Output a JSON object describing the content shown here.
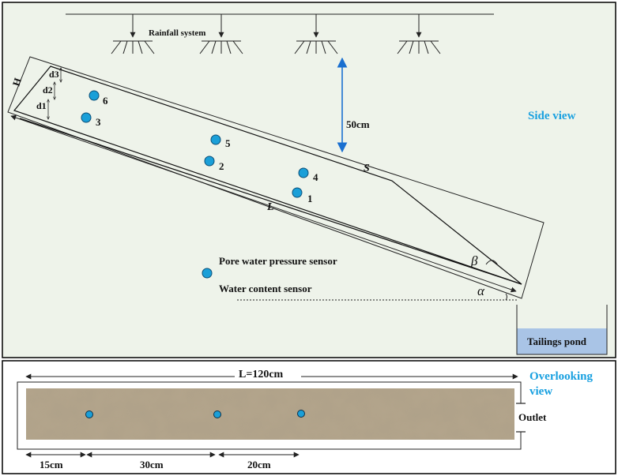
{
  "side_view": {
    "title": "Side view",
    "rainfall_label": "Rainfall system",
    "height_label": "50cm",
    "labels": {
      "H": "H",
      "d3": "d3",
      "d2": "d2",
      "d1": "d1",
      "L": "L",
      "S": "S",
      "beta": "β",
      "alpha": "α"
    },
    "sensors": [
      "6",
      "3",
      "5",
      "2",
      "4",
      "1"
    ],
    "legend": {
      "pore": "Pore water pressure sensor",
      "water": "Water content sensor"
    },
    "pond_label": "Tailings pond"
  },
  "overlooking_view": {
    "title_line1": "Overlooking",
    "title_line2": "view",
    "length_label": "L=120cm",
    "outlet_label": "Outlet",
    "dims": [
      "15cm",
      "30cm",
      "20cm"
    ]
  },
  "colors": {
    "sensor_fill": "#1a9fd8",
    "title_blue": "#18a0e0",
    "panel_bg": "#eef3ea",
    "pond_fill": "#a9c4e6",
    "arrow_blue": "#1a6fd0",
    "soil": "#b4a58c"
  }
}
